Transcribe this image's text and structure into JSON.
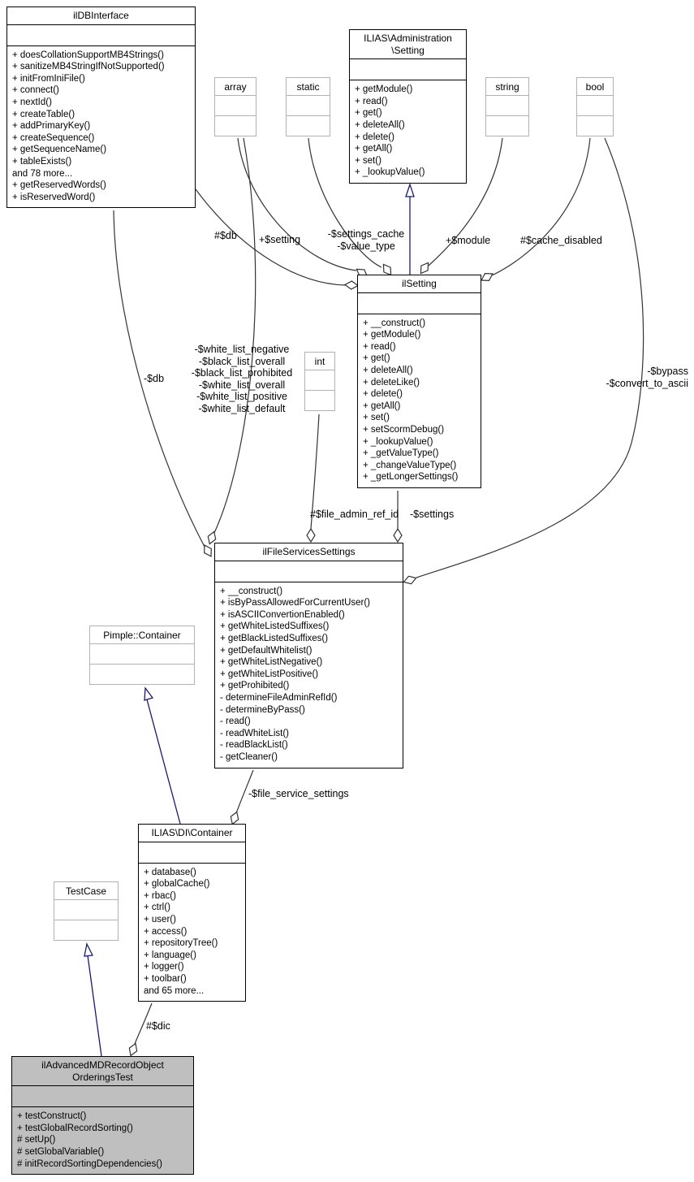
{
  "diagram": {
    "title": "Collaboration graph for ilAdvancedMDRecordObjectOrderingsTest",
    "colors": {
      "inheritance_edge": "#191970",
      "aggregation_edge": "#333333",
      "class_border": "#000000",
      "type_border": "#b2b2b2",
      "current_class_fill": "#bfbfbf",
      "background": "#ffffff"
    },
    "classes": {
      "ildbinterface": {
        "title": "ilDBInterface",
        "methods": [
          "+ doesCollationSupportMB4Strings()",
          "+ sanitizeMB4StringIfNotSupported()",
          "+ initFromIniFile()",
          "+ connect()",
          "+ nextId()",
          "+ createTable()",
          "+ addPrimaryKey()",
          "+ createSequence()",
          "+ getSequenceName()",
          "+ tableExists()",
          "and 78 more...",
          "+ getReservedWords()",
          "+ isReservedWord()"
        ]
      },
      "admin_setting": {
        "title": "ILIAS\\Administration\n\\Setting",
        "methods": [
          "+ getModule()",
          "+ read()",
          "+ get()",
          "+ deleteAll()",
          "+ delete()",
          "+ getAll()",
          "+ set()",
          "+ _lookupValue()"
        ]
      },
      "ilsetting": {
        "title": "ilSetting",
        "methods": [
          "+ __construct()",
          "+ getModule()",
          "+ read()",
          "+ get()",
          "+ deleteAll()",
          "+ deleteLike()",
          "+ delete()",
          "+ getAll()",
          "+ set()",
          "+ setScormDebug()",
          "+ _lookupValue()",
          "+ _getValueType()",
          "+ _changeValueType()",
          "+ _getLongerSettings()"
        ]
      },
      "fileservices": {
        "title": "ilFileServicesSettings",
        "methods": [
          "+ __construct()",
          "+ isByPassAllowedForCurrentUser()",
          "+ isASCIIConvertionEnabled()",
          "+ getWhiteListedSuffixes()",
          "+ getBlackListedSuffixes()",
          "+ getDefaultWhitelist()",
          "+ getWhiteListNegative()",
          "+ getWhiteListPositive()",
          "+ getProhibited()",
          "- determineFileAdminRefId()",
          "- determineByPass()",
          "- read()",
          "- readWhiteList()",
          "- readBlackList()",
          "- getCleaner()"
        ]
      },
      "di_container": {
        "title": "ILIAS\\DI\\Container",
        "methods": [
          "+ database()",
          "+ globalCache()",
          "+ rbac()",
          "+ ctrl()",
          "+ user()",
          "+ access()",
          "+ repositoryTree()",
          "+ language()",
          "+ logger()",
          "+ toolbar()",
          "and 65 more..."
        ]
      },
      "test": {
        "title": "ilAdvancedMDRecordObject\nOrderingsTest",
        "methods": [
          "+ testConstruct()",
          "+ testGlobalRecordSorting()",
          "# setUp()",
          "# setGlobalVariable()",
          "# initRecordSortingDependencies()"
        ]
      }
    },
    "types": {
      "array": "array",
      "static": "static",
      "string": "string",
      "bool": "bool",
      "int": "int",
      "pimple": "Pimple::Container",
      "testcase": "TestCase"
    },
    "edge_labels": {
      "db_setting": "#$db",
      "setting_arr": "+$setting",
      "settings_cache": "-$settings_cache\n-$value_type",
      "module": "+$module",
      "cache_disabled": "#$cache_disabled",
      "db_fss": "-$db",
      "white_lists": "-$white_list_negative\n-$black_list_overall\n-$black_list_prohibited\n-$white_list_overall\n-$white_list_positive\n-$white_list_default",
      "bypass": "-$bypass\n-$convert_to_ascii",
      "file_admin_ref_id": "#$file_admin_ref_id",
      "settings": "-$settings",
      "file_service_settings": "-$file_service_settings",
      "dic": "#$dic"
    }
  }
}
